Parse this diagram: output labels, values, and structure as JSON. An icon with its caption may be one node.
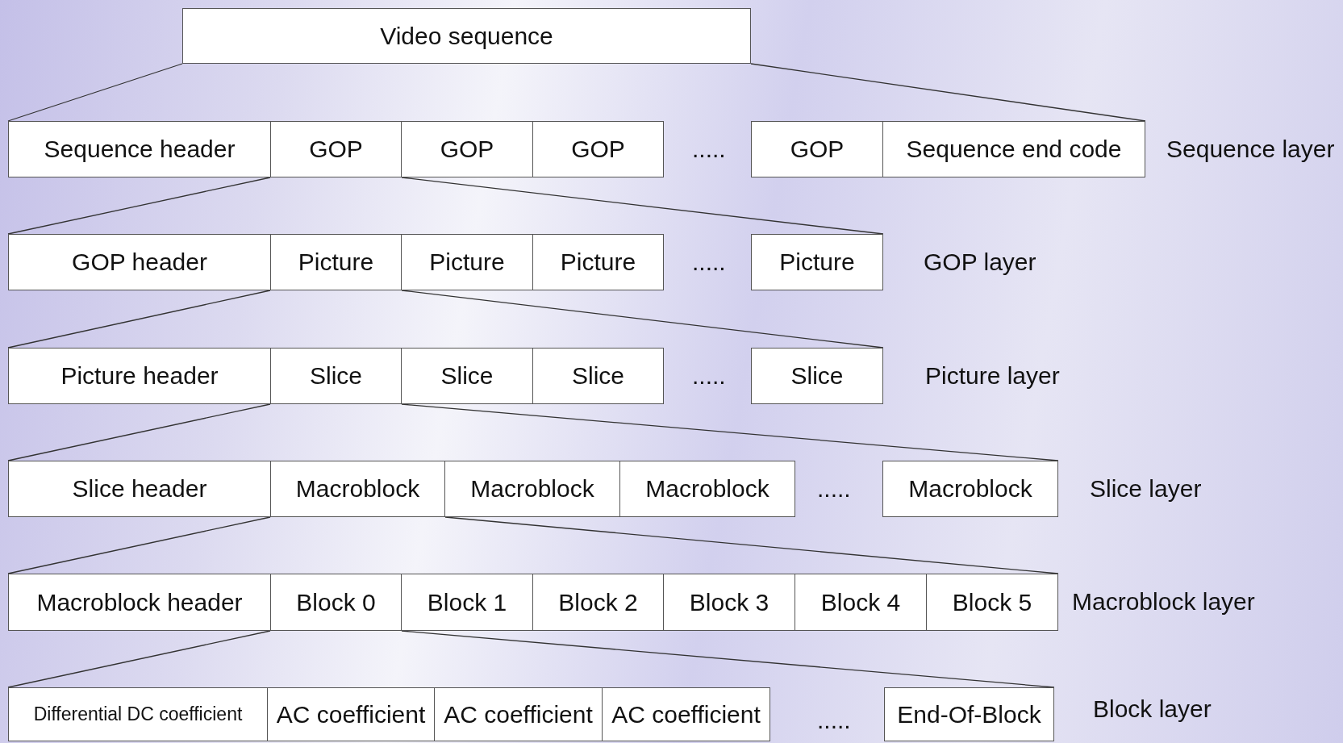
{
  "diagram": {
    "nodes": [
      {
        "text": [
          "Video sequence"
        ]
      },
      {
        "text": [
          "Sequence header"
        ]
      },
      {
        "text": [
          "GOP"
        ]
      },
      {
        "text": [
          "GOP"
        ]
      },
      {
        "text": [
          "GOP"
        ]
      },
      {
        "text": [
          "GOP"
        ]
      },
      {
        "text": [
          "Sequence end code"
        ]
      },
      {
        "text": [
          "GOP header"
        ]
      },
      {
        "text": [
          "Picture"
        ]
      },
      {
        "text": [
          "Picture"
        ]
      },
      {
        "text": [
          "Picture"
        ]
      },
      {
        "text": [
          "Picture"
        ]
      },
      {
        "text": [
          "Picture header"
        ]
      },
      {
        "text": [
          "Slice"
        ]
      },
      {
        "text": [
          "Slice"
        ]
      },
      {
        "text": [
          "Slice"
        ]
      },
      {
        "text": [
          "Slice"
        ]
      },
      {
        "text": [
          "Slice header"
        ]
      },
      {
        "text": [
          "Macroblock"
        ]
      },
      {
        "text": [
          "Macroblock"
        ]
      },
      {
        "text": [
          "Macroblock"
        ]
      },
      {
        "text": [
          "Macroblock"
        ]
      },
      {
        "text": [
          "Macroblock header"
        ]
      },
      {
        "text": [
          "Block 0"
        ]
      },
      {
        "text": [
          "Block 1"
        ]
      },
      {
        "text": [
          "Block 2"
        ]
      },
      {
        "text": [
          "Block 3"
        ]
      },
      {
        "text": [
          "Block 4"
        ]
      },
      {
        "text": [
          "Block 5"
        ]
      },
      {
        "text": [
          "Differential DC coefficient"
        ]
      },
      {
        "text": [
          "AC coefficient"
        ]
      },
      {
        "text": [
          "AC coefficient"
        ]
      },
      {
        "text": [
          "AC coefficient"
        ]
      },
      {
        "text": [
          "End-Of-Block"
        ]
      }
    ],
    "edges": [
      {
        "from": 0,
        "to": 1,
        "arrow": "none"
      },
      {
        "from": 0,
        "to": 6,
        "arrow": "none"
      },
      {
        "from": 2,
        "to": 7,
        "arrow": "none"
      },
      {
        "from": 2,
        "to": 11,
        "arrow": "none"
      },
      {
        "from": 8,
        "to": 12,
        "arrow": "none"
      },
      {
        "from": 8,
        "to": 16,
        "arrow": "none"
      },
      {
        "from": 13,
        "to": 17,
        "arrow": "none"
      },
      {
        "from": 13,
        "to": 21,
        "arrow": "none"
      },
      {
        "from": 18,
        "to": 22,
        "arrow": "none"
      },
      {
        "from": 18,
        "to": 28,
        "arrow": "none"
      },
      {
        "from": 23,
        "to": 29,
        "arrow": "none"
      },
      {
        "from": 23,
        "to": 33,
        "arrow": "none"
      }
    ],
    "labels": [
      ".....",
      "Sequence layer",
      ".....",
      "GOP layer",
      ".....",
      "Picture layer",
      ".....",
      "Slice layer",
      "Macroblock layer",
      ".....",
      "Block layer"
    ]
  }
}
